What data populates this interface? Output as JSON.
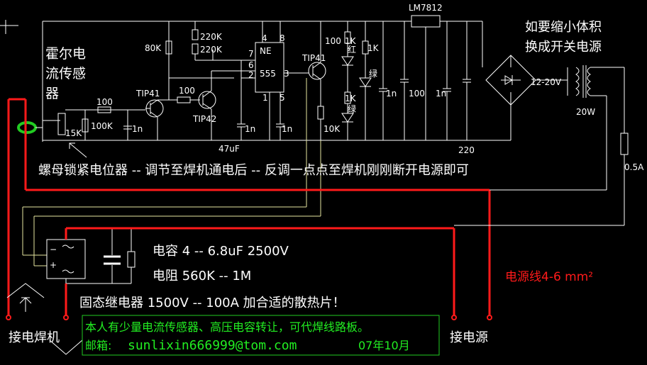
{
  "diagram": {
    "hall_sensor_label": [
      "霍尔电",
      "流传感",
      "器"
    ],
    "regulator_label": "LM7812",
    "psu_note": [
      "如要缩小体积",
      "换成开关电源"
    ],
    "transformer_voltage": "12-20V",
    "transformer_power": "20W",
    "fuse": "0.5A",
    "pot_note": "螺母锁紧电位器 -- 调节至焊机通电后 -- 反调一点点至焊机刚刚断开电源即可",
    "cap_spec": "电容 4 -- 6.8uF 2500V",
    "res_spec": "电阻  560K -- 1M",
    "ssr_spec": "固态继电器 1500V -- 100A 加合适的散热片！",
    "power_wire_label": "电源线4-6 mm²",
    "ad_line1": "本人有少量电流传感器、高压电容转让，可代焊线路板。",
    "ad_line2_label": "邮箱:",
    "ad_email": "sunlixin666999@tom.com",
    "ad_date": "07年10月",
    "to_welder": "接电焊机",
    "to_power": "接电源",
    "components": {
      "r_100_in": "100",
      "r_100k": "100K",
      "pot_15k": "15K",
      "c_1n_a": "1n",
      "q_tip41_a": "TIP41",
      "r_100_mid": "100",
      "q_tip42": "TIP42",
      "r_80k": "80K",
      "r_220k_a": "220K",
      "r_220k_b": "220K",
      "ne555_a": "NE",
      "ne555_b": "555",
      "pin4": "4",
      "pin8": "8",
      "pin7": "7",
      "pin6": "6",
      "pin2": "2",
      "pin3": "3",
      "pin1": "1",
      "pin5": "5",
      "c_47uf": "47uF",
      "c_1n_b": "1n",
      "c_1n_c": "1n",
      "q_tip41_b": "TIP41",
      "r_100_led": "100",
      "r_1k_a": "1K",
      "led_red": "红",
      "r_1k_b": "1K",
      "led_green_a": "绿",
      "r_1k_c": "1K",
      "led_green_b": "绿",
      "r_10k": "10K",
      "c_1n_d": "1n",
      "c_100": "100",
      "c_1n_e": "1n",
      "c_220": "220"
    }
  }
}
